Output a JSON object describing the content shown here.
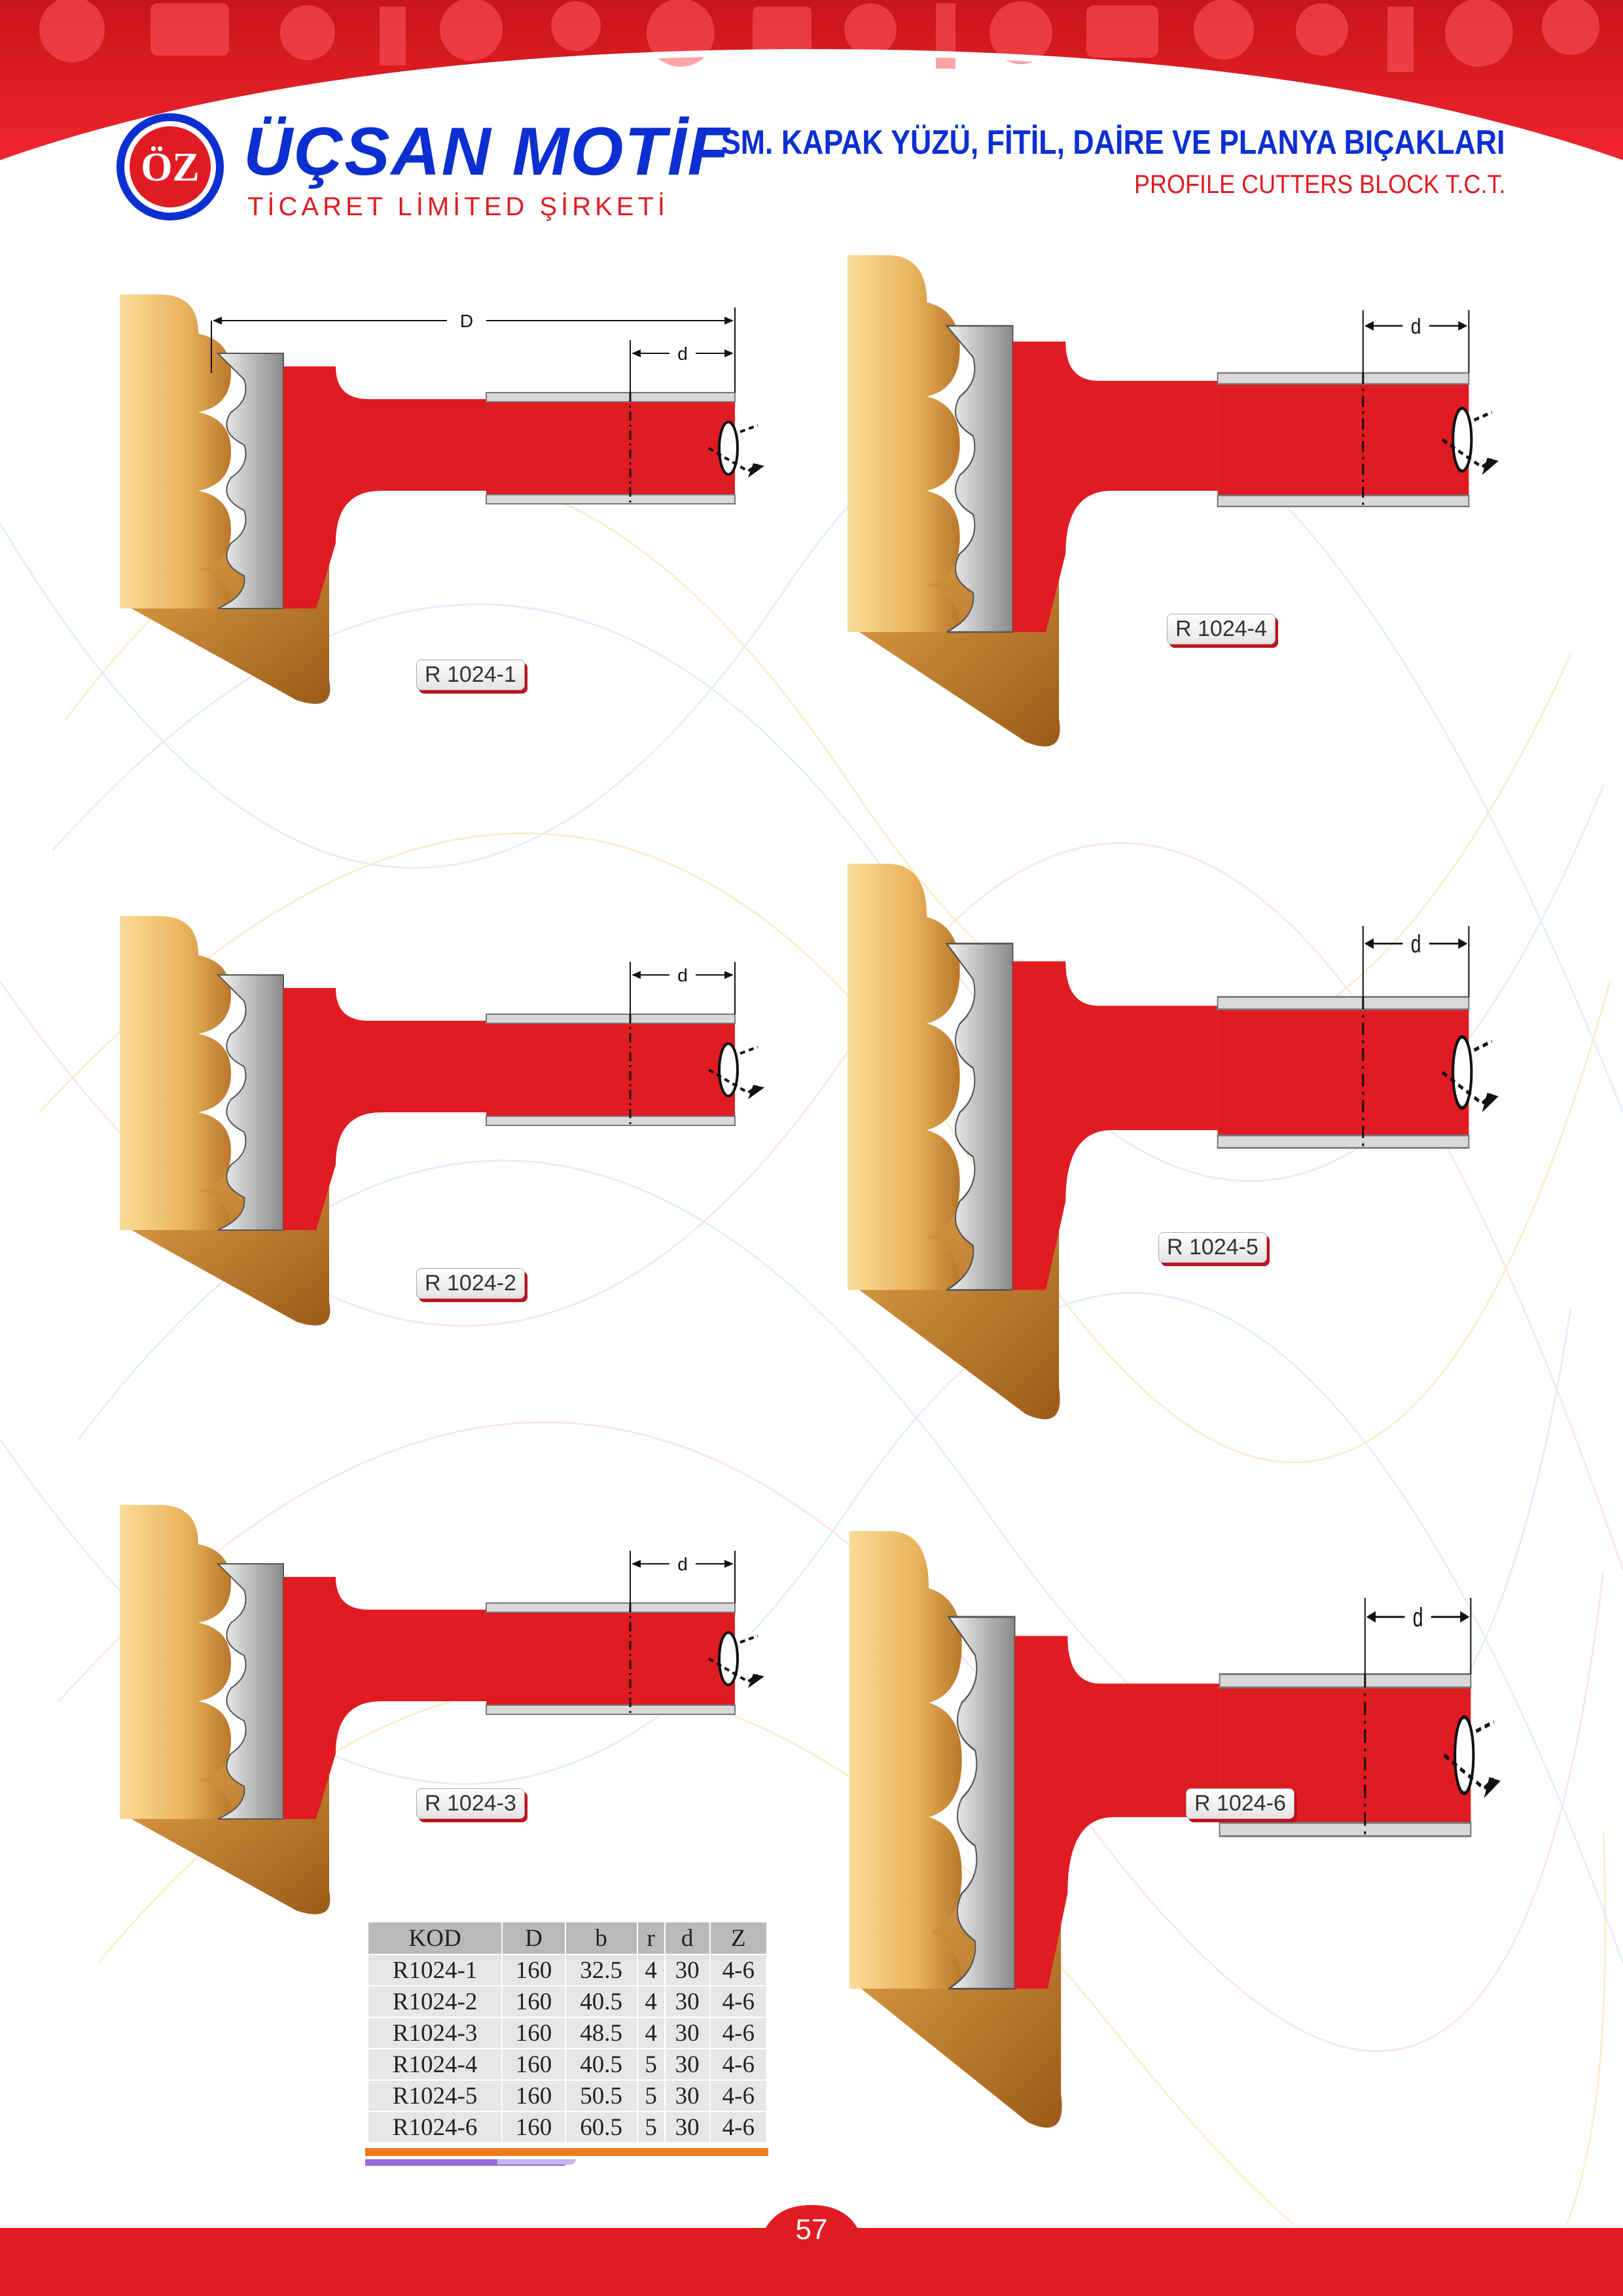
{
  "header": {
    "brand_name": "ÜÇSAN MOTİF",
    "brand_sub": "TİCARET LİMİTED ŞİRKETİ",
    "logo_text": "ÖZ",
    "title_tr": "SM. KAPAK YÜZÜ, FİTİL, DAİRE VE PLANYA BIÇAKLARI",
    "title_en": "PROFILE CUTTERS BLOCK T.C.T."
  },
  "dimension_labels": {
    "big_d": "D",
    "small_d": "d"
  },
  "products": [
    {
      "code": "R 1024-1"
    },
    {
      "code": "R 1024-2"
    },
    {
      "code": "R 1024-3"
    },
    {
      "code": "R 1024-4"
    },
    {
      "code": "R 1024-5"
    },
    {
      "code": "R 1024-6"
    }
  ],
  "spec_table": {
    "headers": [
      "KOD",
      "D",
      "b",
      "r",
      "d",
      "Z"
    ],
    "rows": [
      [
        "R1024-1",
        "160",
        "32.5",
        "4",
        "30",
        "4-6"
      ],
      [
        "R1024-2",
        "160",
        "40.5",
        "4",
        "30",
        "4-6"
      ],
      [
        "R1024-3",
        "160",
        "48.5",
        "4",
        "30",
        "4-6"
      ],
      [
        "R1024-4",
        "160",
        "40.5",
        "5",
        "30",
        "4-6"
      ],
      [
        "R1024-5",
        "160",
        "50.5",
        "5",
        "30",
        "4-6"
      ],
      [
        "R1024-6",
        "160",
        "60.5",
        "5",
        "30",
        "4-6"
      ]
    ]
  },
  "footer": {
    "page_number": "57"
  },
  "colors": {
    "brand_red": "#e01b22",
    "brand_blue": "#0b2fd1",
    "wood": "#d99a3c",
    "blade": "#c8c8c8"
  }
}
